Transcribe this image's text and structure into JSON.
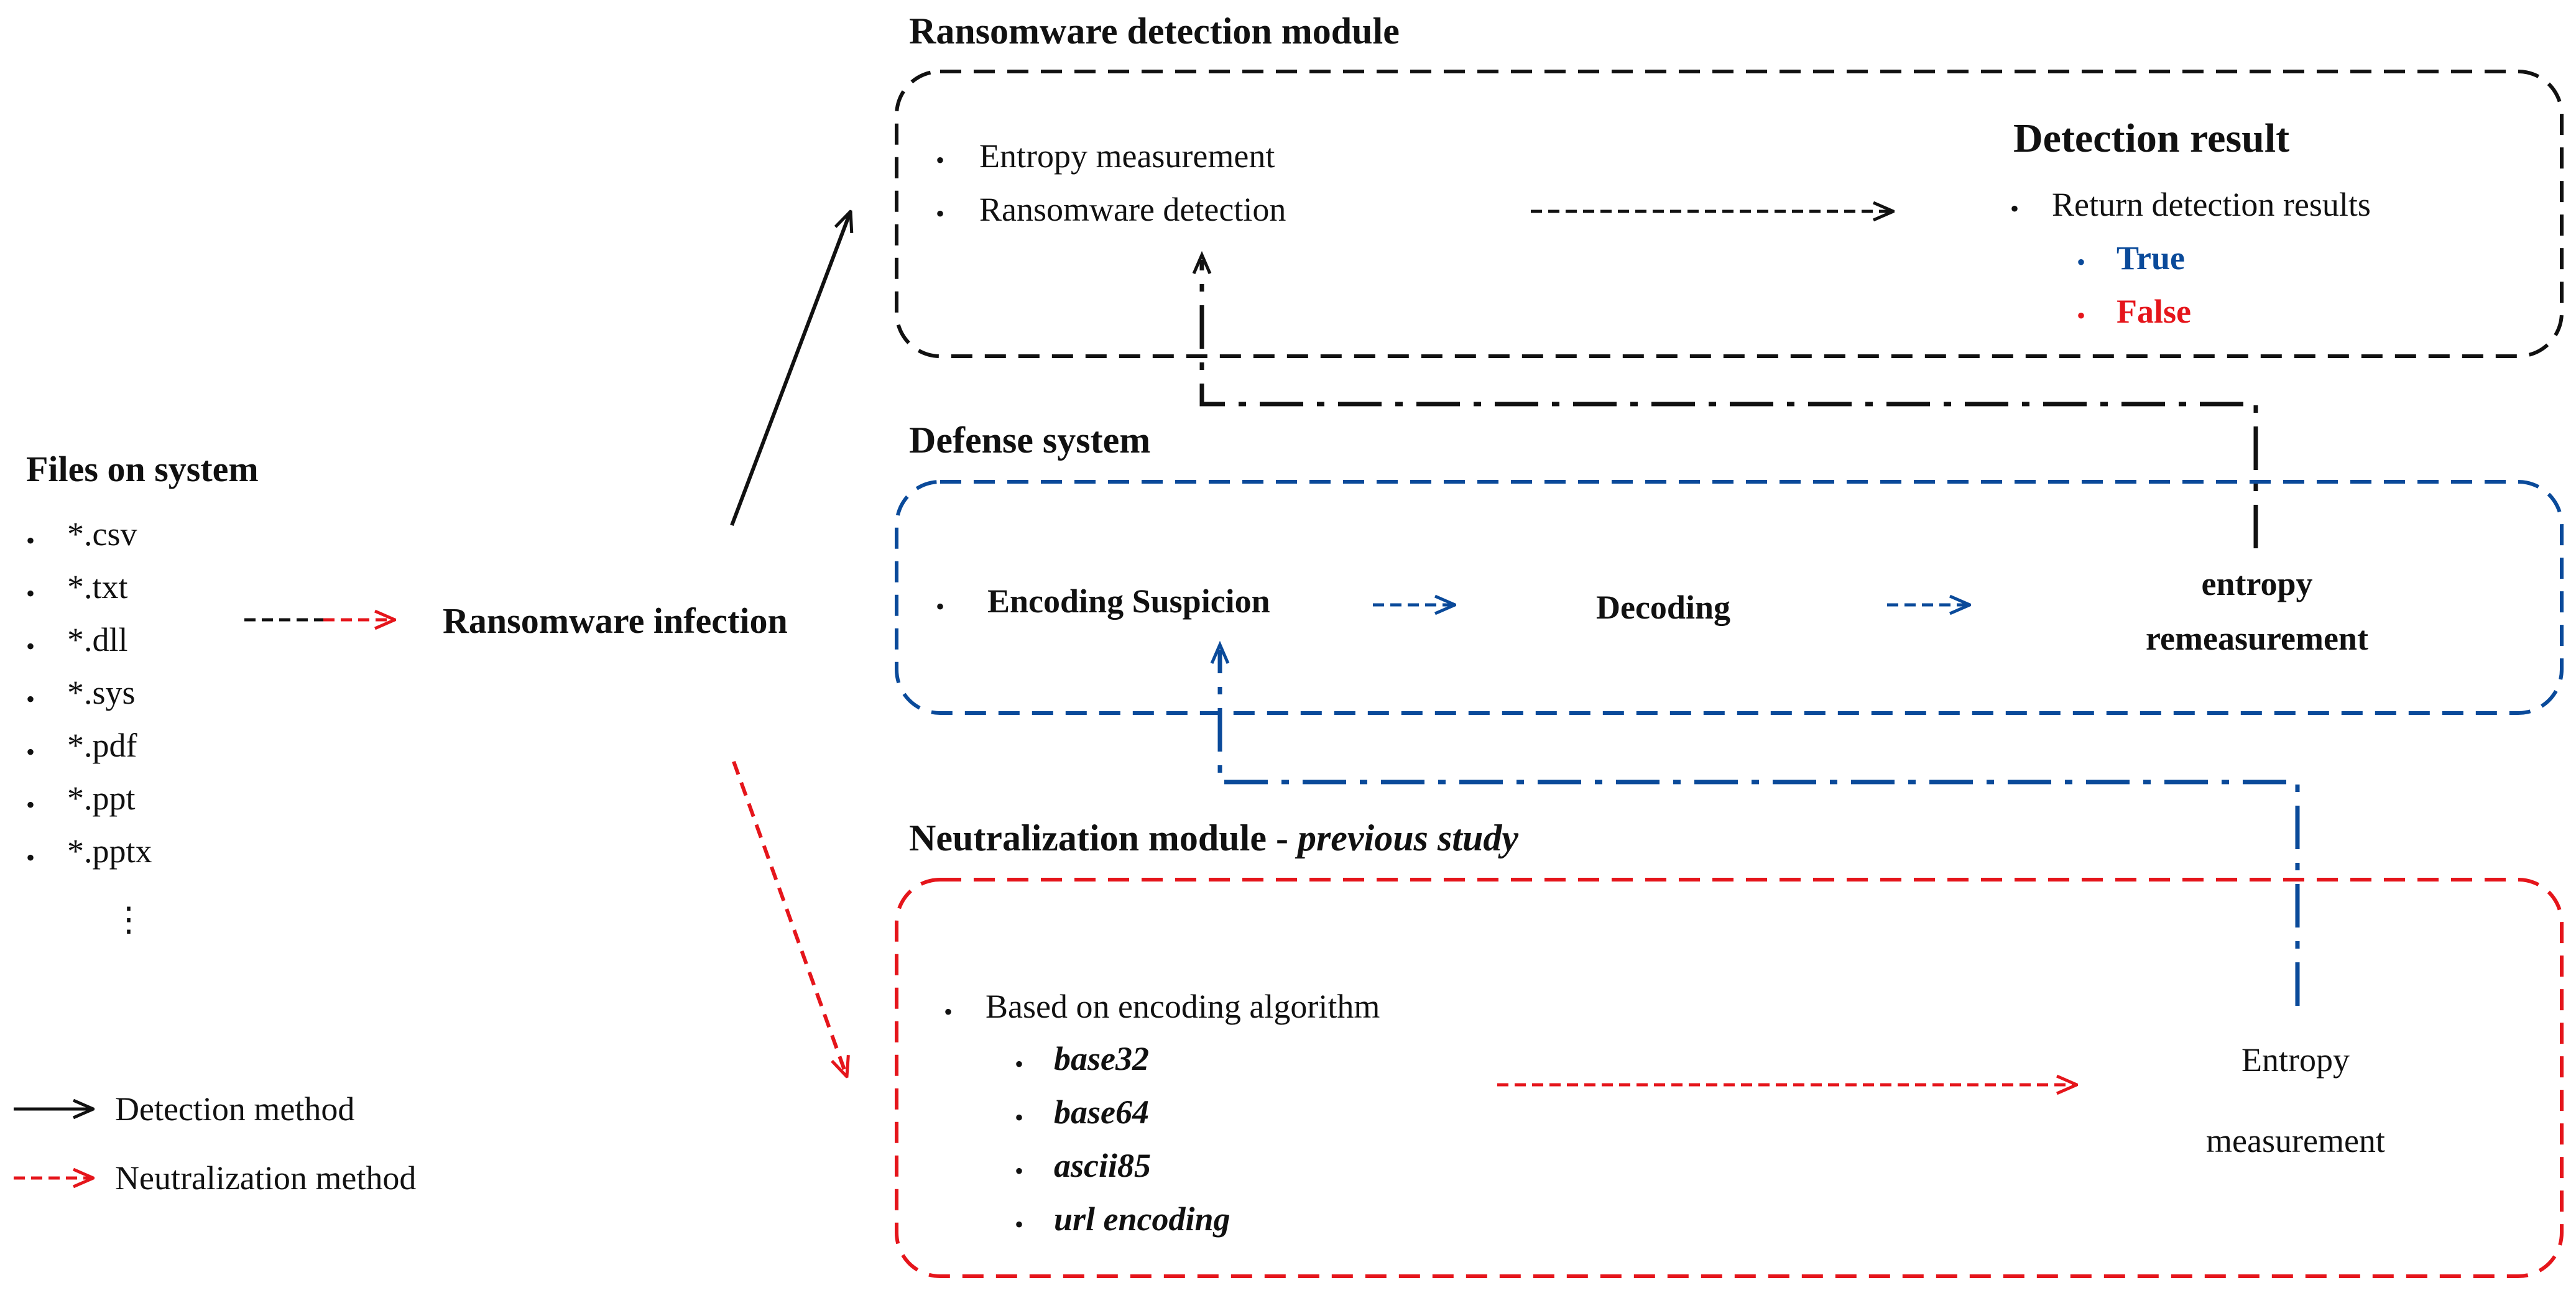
{
  "files": {
    "title": "Files on system",
    "items": [
      "*.csv",
      "*.txt",
      "*.dll",
      "*.sys",
      "*.pdf",
      "*.ppt",
      "*.pptx"
    ],
    "more": "⋮"
  },
  "infection": {
    "label": "Ransomware infection"
  },
  "legend": {
    "detection": "Detection method",
    "neutralization": "Neutralization method"
  },
  "detection_module": {
    "title": "Ransomware detection module",
    "items": [
      "Entropy measurement",
      "Ransomware detection"
    ],
    "result": {
      "title": "Detection result",
      "item": "Return detection results",
      "true_label": "True",
      "false_label": "False"
    }
  },
  "defense_system": {
    "title": "Defense system",
    "step1": "Encoding Suspicion",
    "step2": "Decoding",
    "step3_line1": "entropy",
    "step3_line2": "remeasurement"
  },
  "neutralization_module": {
    "title_main": "Neutralization module -",
    "title_italic": "previous study",
    "item": "Based on encoding algorithm",
    "algorithms": [
      "base32",
      "base64",
      "ascii85",
      "url encoding"
    ],
    "entropy_line1": "Entropy",
    "entropy_line2": "measurement"
  },
  "colors": {
    "black": "#111111",
    "blue": "#0a4a9a",
    "red": "#e5151b"
  }
}
